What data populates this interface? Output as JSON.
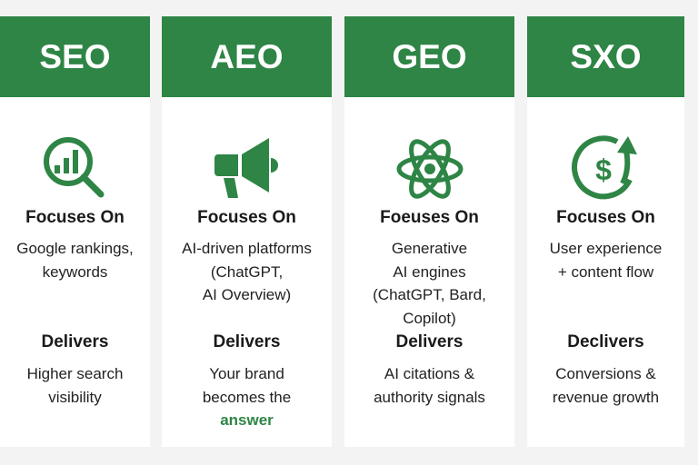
{
  "accent": "#2e8545",
  "columns": [
    {
      "title": "SEO",
      "icon": "search-chart-icon",
      "focus_label": "Focuses On",
      "focus": [
        "Google rankings,",
        "keywords"
      ],
      "deliver_label": "Delivers",
      "deliver": [
        "Higher search",
        "visibility"
      ]
    },
    {
      "title": "AEO",
      "icon": "megaphone-icon",
      "focus_label": "Focuses On",
      "focus": [
        "AI-driven platforms",
        "(ChatGPT,",
        "AI Overview)"
      ],
      "deliver_label": "Delivers",
      "deliver": [
        "Your brand",
        "becomes the"
      ],
      "deliver_highlight": "answer"
    },
    {
      "title": "GEO",
      "icon": "atom-icon",
      "focus_label": "Foeuses On",
      "focus": [
        "Generative",
        "AI engines",
        "(ChatGPT, Bard,",
        "Copilot)"
      ],
      "deliver_label": "Delivers",
      "deliver": [
        "AI citations &",
        "authority signals"
      ]
    },
    {
      "title": "SXO",
      "icon": "dollar-growth-icon",
      "focus_label": "Focuses On",
      "focus": [
        "User experience",
        "+ content flow"
      ],
      "deliver_label": "Declivers",
      "deliver": [
        "Conversions &",
        "revenue growth"
      ]
    }
  ]
}
